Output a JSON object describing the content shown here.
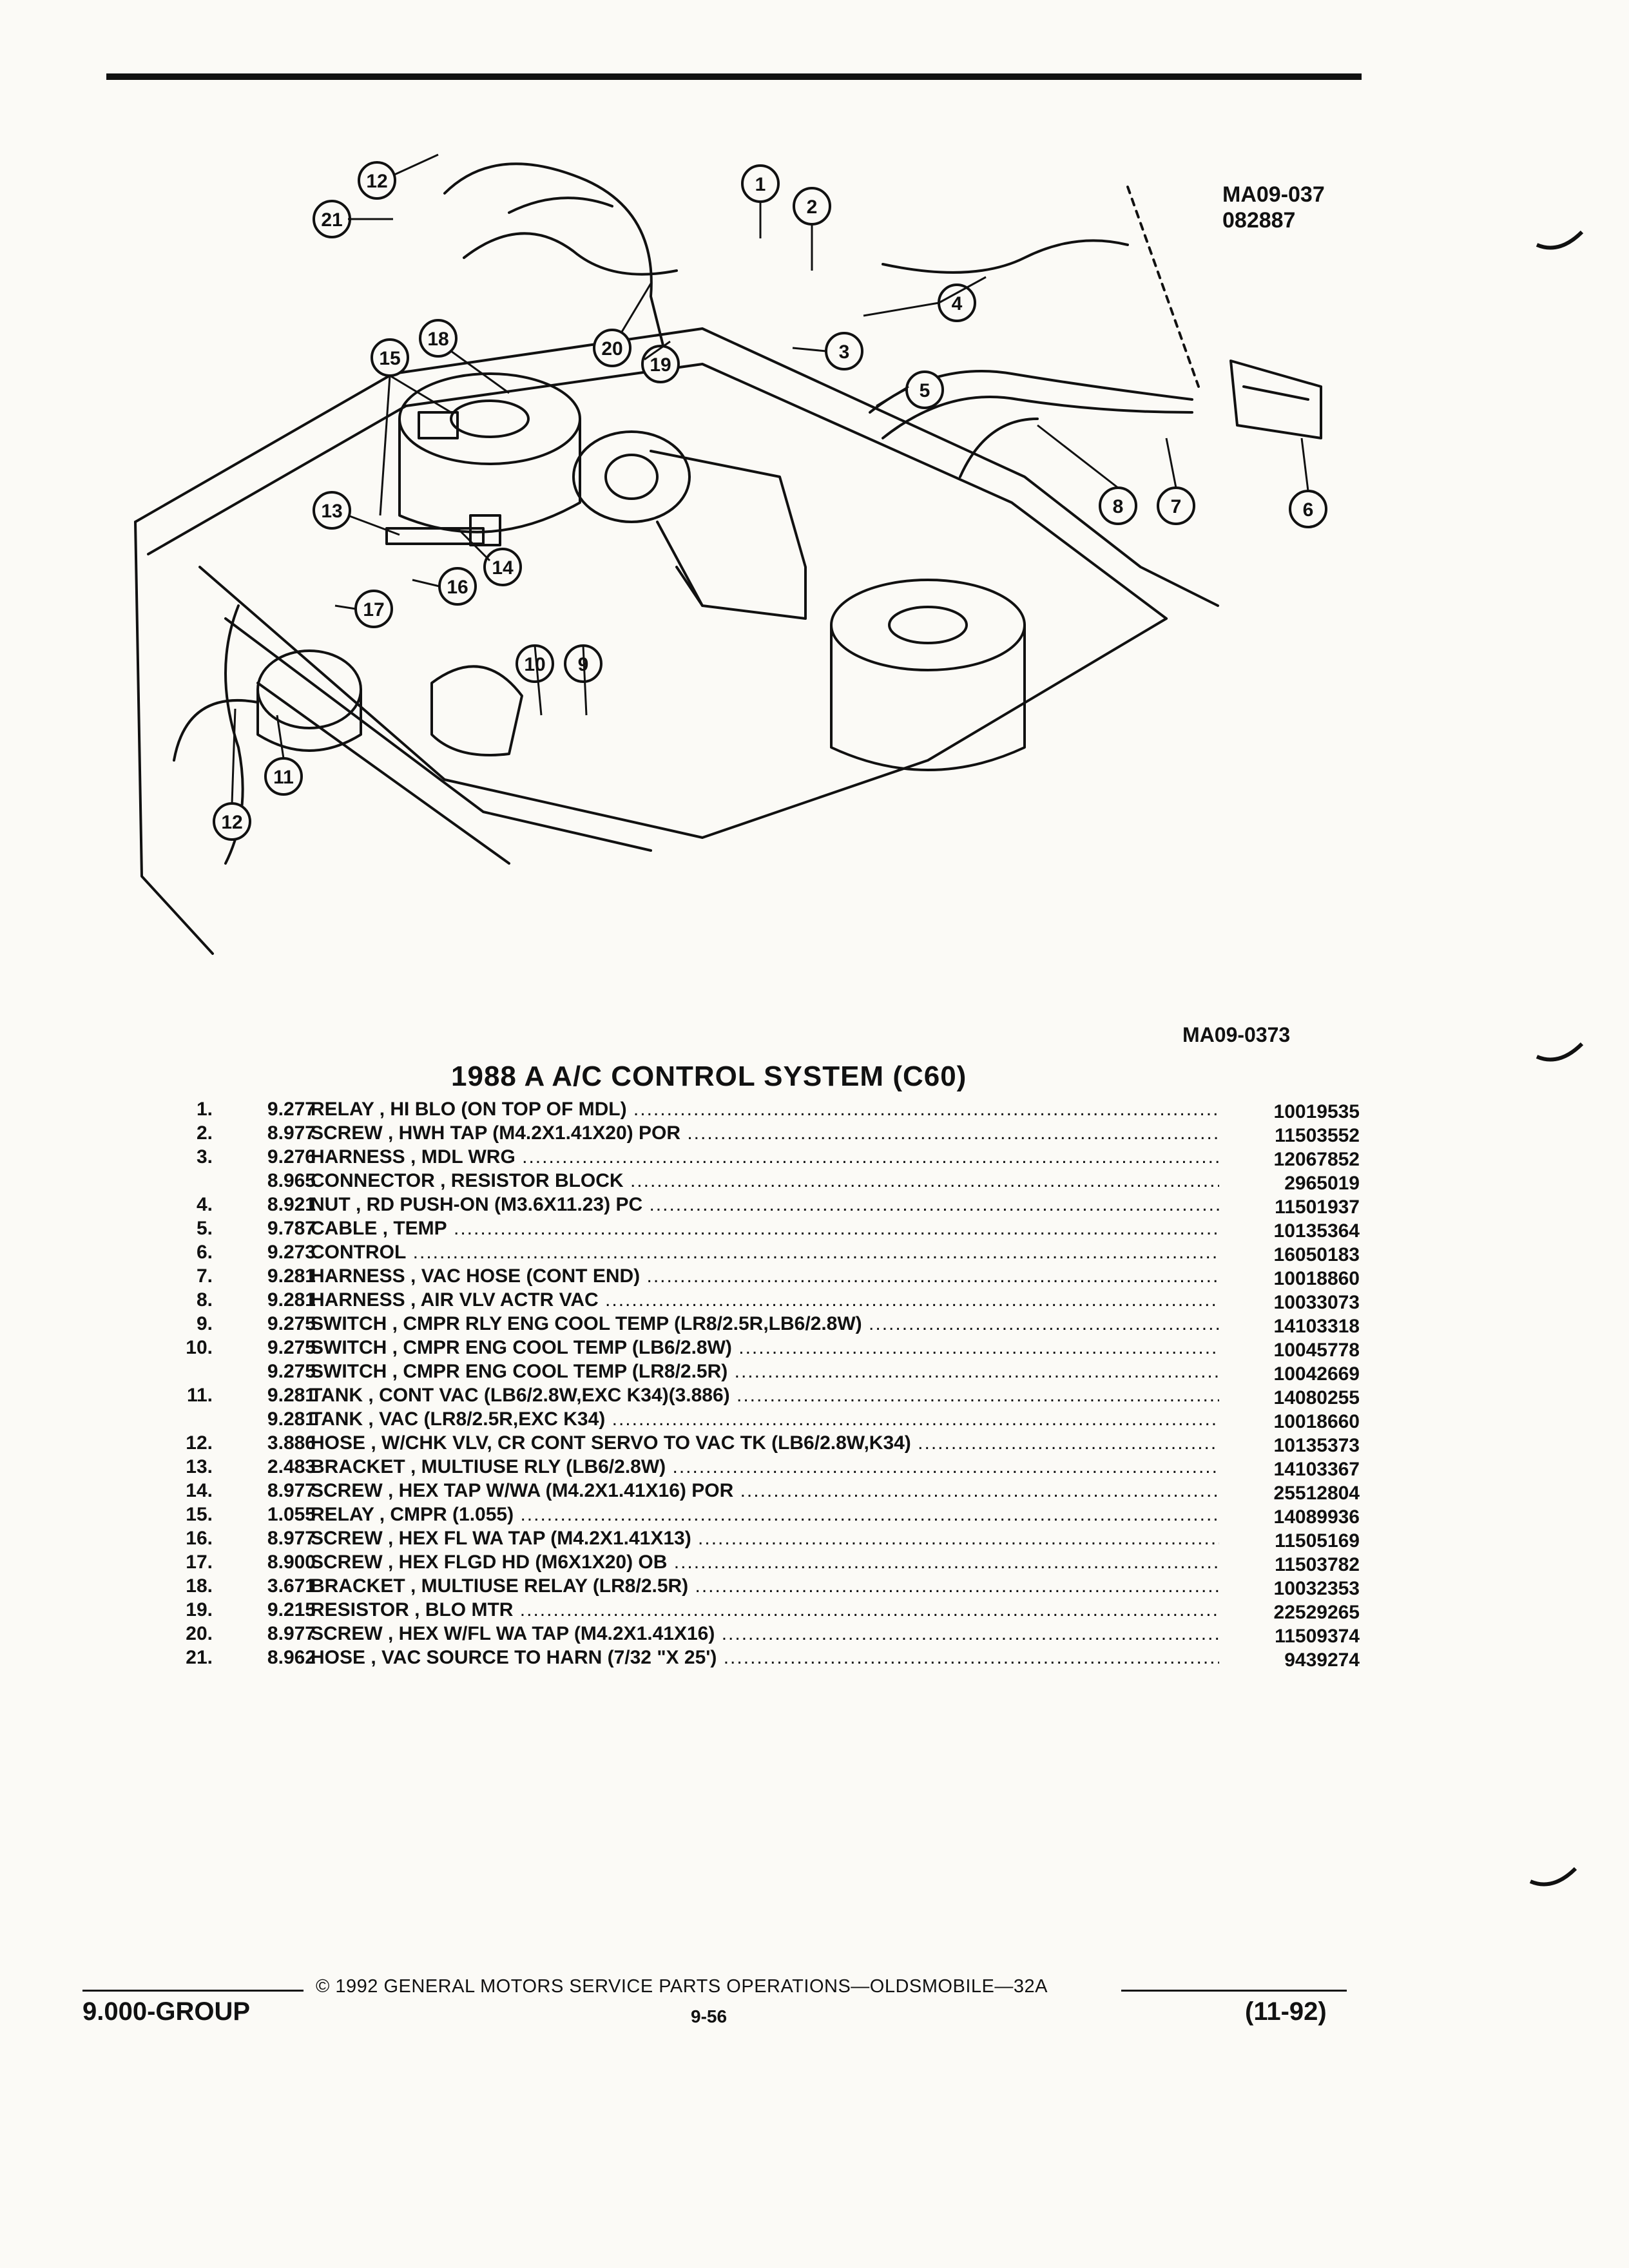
{
  "figure": {
    "code_top": "MA09-037",
    "code_date": "082887",
    "code_bottom": "MA09-0373",
    "callouts": [
      "1",
      "2",
      "3",
      "4",
      "5",
      "6",
      "7",
      "8",
      "9",
      "10",
      "11",
      "12",
      "13",
      "14",
      "15",
      "16",
      "17",
      "18",
      "19",
      "20",
      "21",
      "12"
    ]
  },
  "title": "1988 A A/C CONTROL SYSTEM (C60)",
  "parts": [
    {
      "num": "1.",
      "group": "9.277",
      "desc": "RELAY , HI BLO (ON TOP OF MDL)",
      "part": "10019535"
    },
    {
      "num": "2.",
      "group": "8.977",
      "desc": "SCREW , HWH TAP (M4.2X1.41X20) POR",
      "part": "11503552"
    },
    {
      "num": "3.",
      "group": "9.276",
      "desc": "HARNESS , MDL WRG",
      "part": "12067852"
    },
    {
      "num": "",
      "group": "8.965",
      "desc": "CONNECTOR , RESISTOR BLOCK",
      "part": "2965019"
    },
    {
      "num": "4.",
      "group": "8.921",
      "desc": "NUT , RD PUSH-ON (M3.6X11.23) PC",
      "part": "11501937"
    },
    {
      "num": "5.",
      "group": "9.787",
      "desc": "CABLE , TEMP",
      "part": "10135364"
    },
    {
      "num": "6.",
      "group": "9.273",
      "desc": "CONTROL",
      "part": "16050183"
    },
    {
      "num": "7.",
      "group": "9.281",
      "desc": "HARNESS , VAC HOSE (CONT END)",
      "part": "10018860"
    },
    {
      "num": "8.",
      "group": "9.281",
      "desc": "HARNESS , AIR VLV ACTR VAC",
      "part": "10033073"
    },
    {
      "num": "9.",
      "group": "9.275",
      "desc": "SWITCH , CMPR RLY ENG COOL TEMP (LR8/2.5R,LB6/2.8W)",
      "part": "14103318"
    },
    {
      "num": "10.",
      "group": "9.275",
      "desc": "SWITCH , CMPR ENG COOL TEMP (LB6/2.8W)",
      "part": "10045778"
    },
    {
      "num": "",
      "group": "9.275",
      "desc": "SWITCH , CMPR ENG COOL TEMP (LR8/2.5R)",
      "part": "10042669"
    },
    {
      "num": "11.",
      "group": "9.281",
      "desc": "TANK , CONT VAC (LB6/2.8W,EXC K34)(3.886)",
      "part": "14080255"
    },
    {
      "num": "",
      "group": "9.281",
      "desc": "TANK , VAC (LR8/2.5R,EXC K34)",
      "part": "10018660"
    },
    {
      "num": "12.",
      "group": "3.886",
      "desc": "HOSE , W/CHK VLV, CR CONT SERVO TO VAC TK (LB6/2.8W,K34)",
      "part": "10135373"
    },
    {
      "num": "13.",
      "group": "2.483",
      "desc": "BRACKET , MULTIUSE RLY (LB6/2.8W)",
      "part": "14103367"
    },
    {
      "num": "14.",
      "group": "8.977",
      "desc": "SCREW , HEX TAP W/WA (M4.2X1.41X16) POR",
      "part": "25512804"
    },
    {
      "num": "15.",
      "group": "1.055",
      "desc": "RELAY , CMPR (1.055)",
      "part": "14089936"
    },
    {
      "num": "16.",
      "group": "8.977",
      "desc": "SCREW , HEX FL WA TAP (M4.2X1.41X13)",
      "part": "11505169"
    },
    {
      "num": "17.",
      "group": "8.900",
      "desc": "SCREW , HEX FLGD HD (M6X1X20) OB",
      "part": "11503782"
    },
    {
      "num": "18.",
      "group": "3.671",
      "desc": "BRACKET , MULTIUSE RELAY (LR8/2.5R)",
      "part": "10032353"
    },
    {
      "num": "19.",
      "group": "9.215",
      "desc": "RESISTOR , BLO MTR",
      "part": "22529265"
    },
    {
      "num": "20.",
      "group": "8.977",
      "desc": "SCREW , HEX W/FL WA TAP (M4.2X1.41X16)",
      "part": "11509374"
    },
    {
      "num": "21.",
      "group": "8.962",
      "desc": "HOSE , VAC SOURCE TO HARN (7/32 \"X 25')",
      "part": "9439274"
    }
  ],
  "footer": {
    "copyright": "© 1992 GENERAL MOTORS SERVICE PARTS OPERATIONS—OLDSMOBILE—32A",
    "group": "9.000-GROUP",
    "page": "9-56",
    "date": "(11-92)"
  }
}
